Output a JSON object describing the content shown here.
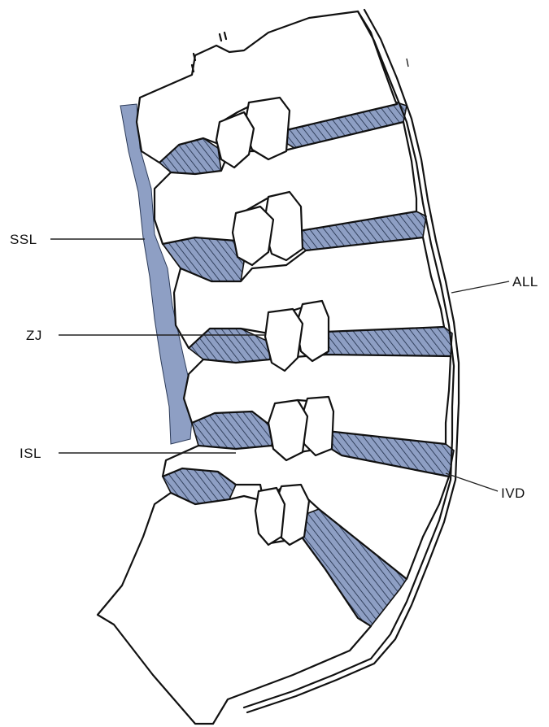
{
  "figure": {
    "labels": {
      "ssl": "SSL",
      "zj": "ZJ",
      "isl": "ISL",
      "all": "ALL",
      "ivd": "IVD"
    }
  },
  "colors": {
    "ligament_fill": "#8e9fc4",
    "outline": "#111111",
    "background": "#ffffff"
  }
}
